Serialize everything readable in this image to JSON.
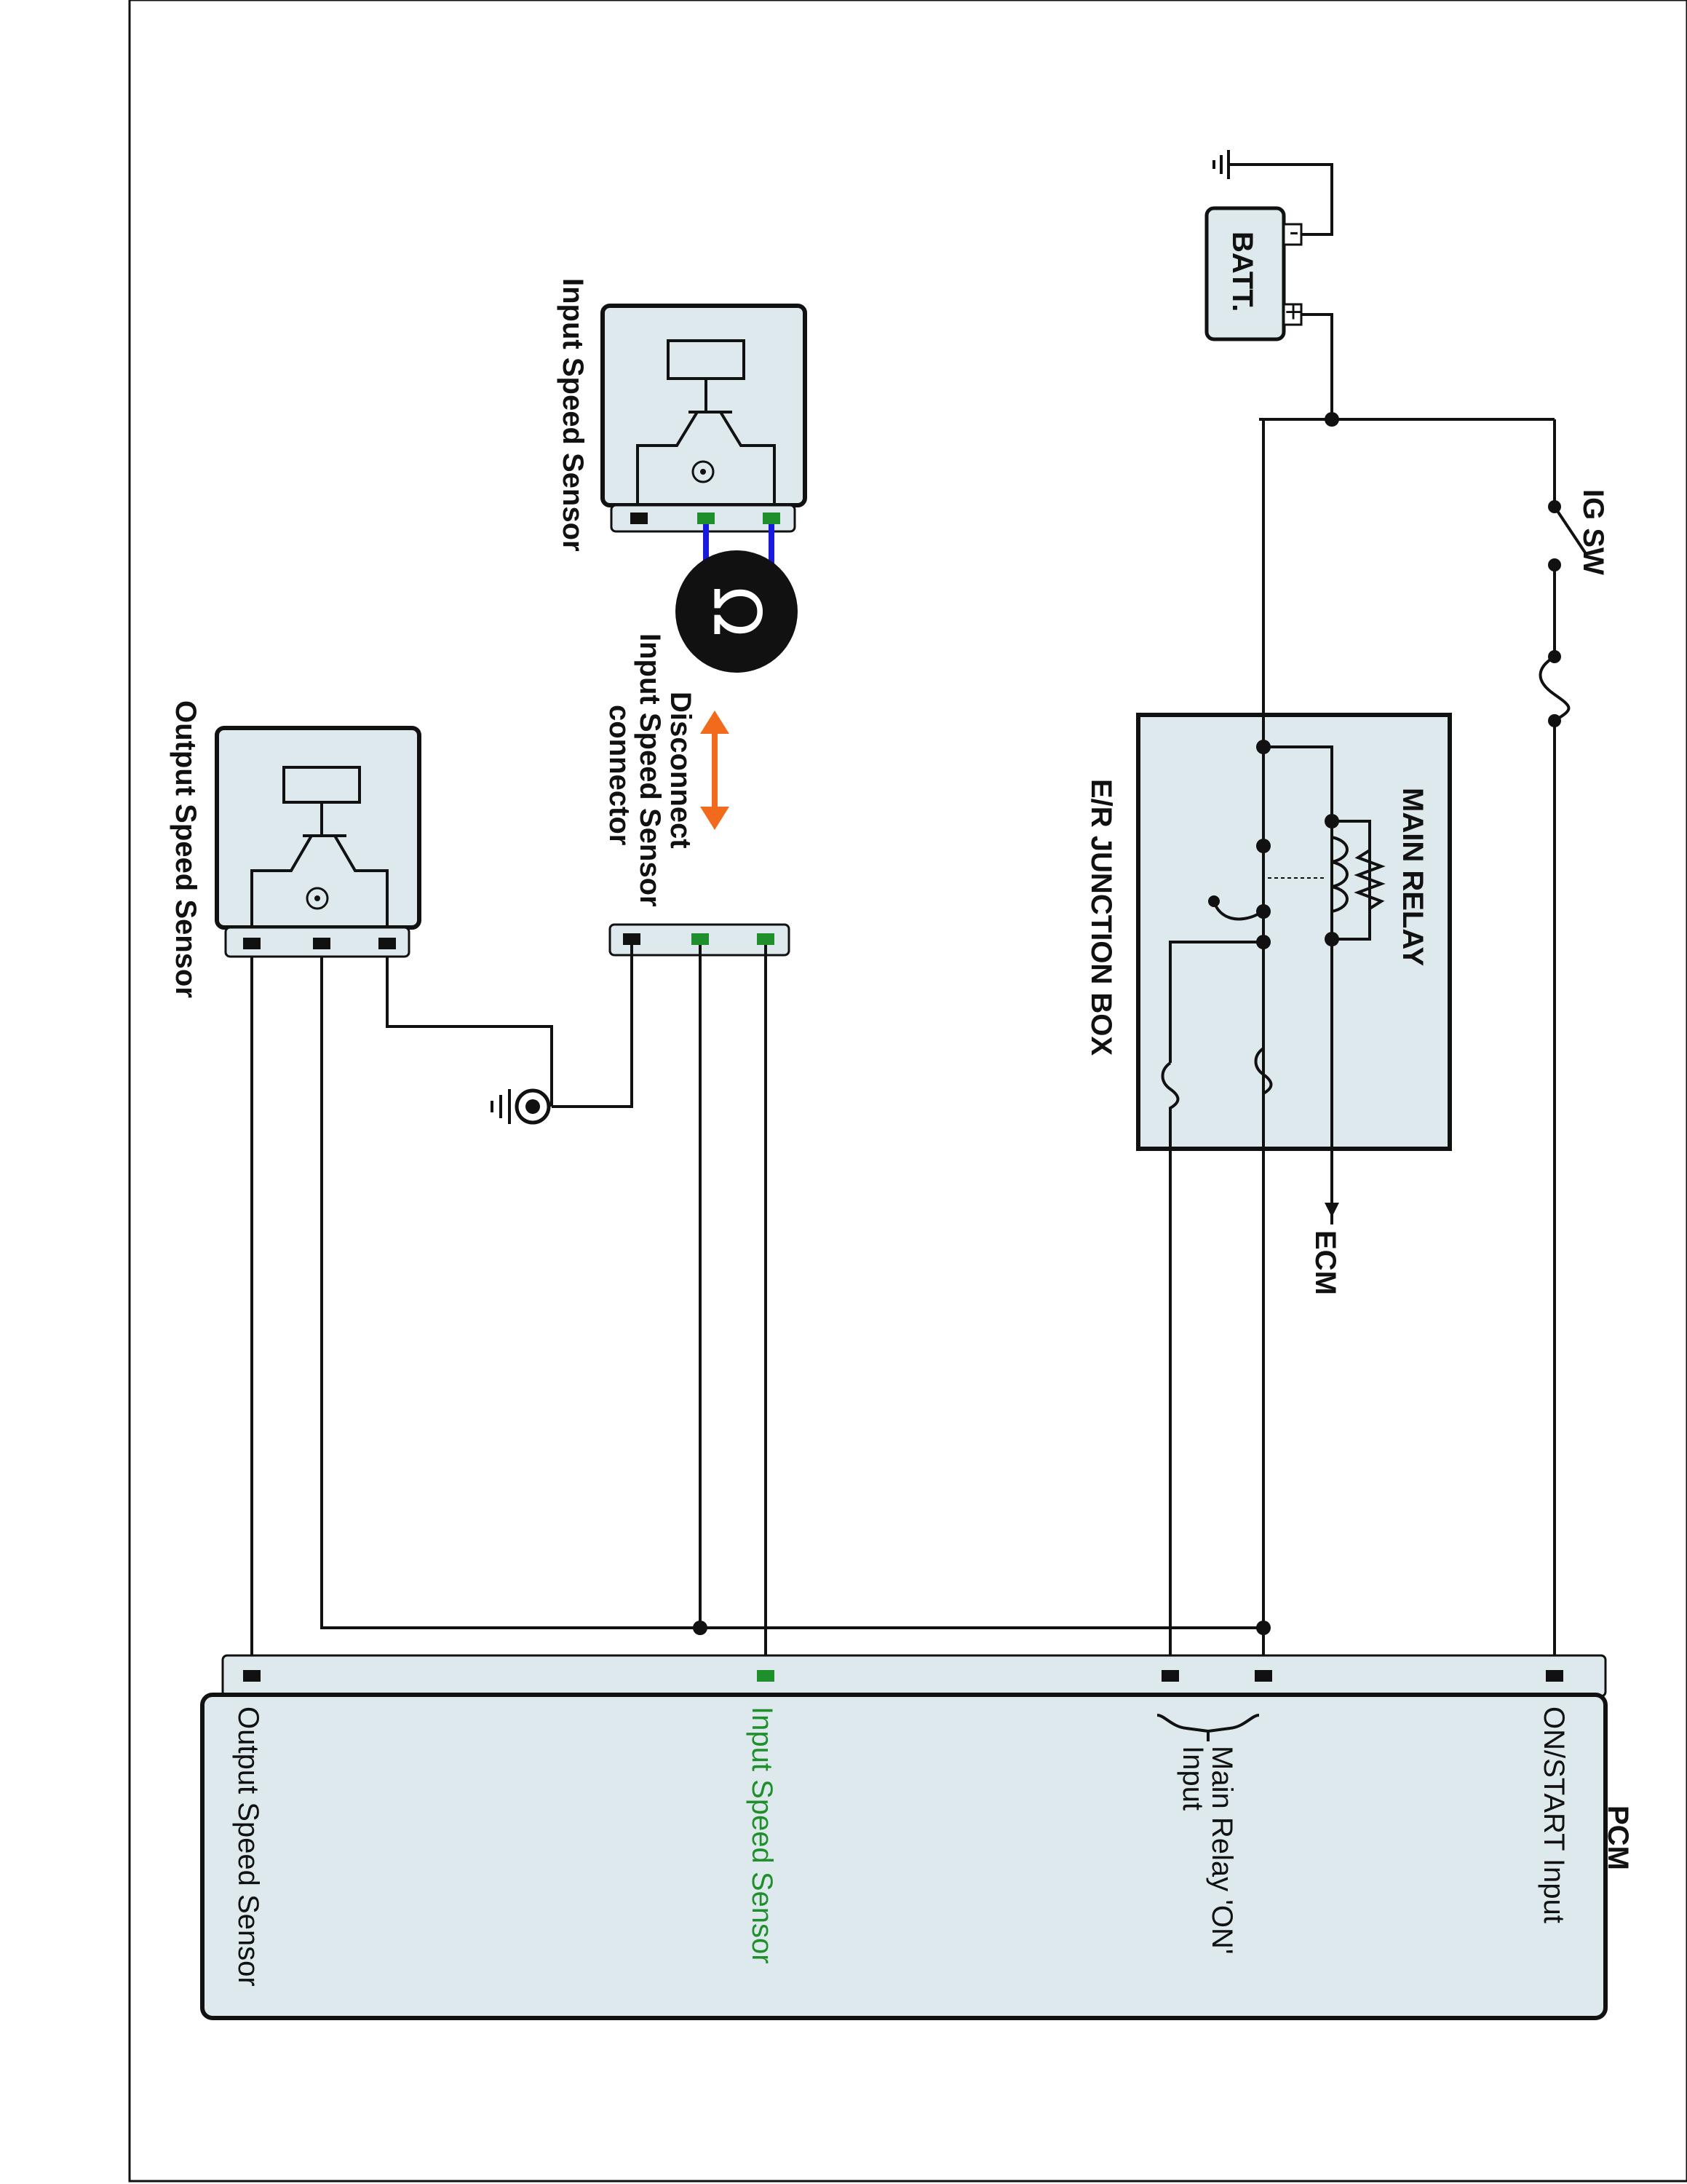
{
  "colors": {
    "box_fill": "#dde9ed",
    "wire": "#111111",
    "signal_pin": "#1e8f2a",
    "signal_label": "#1e8f2a",
    "disconnect_arrow": "#f26a1b",
    "test_lead": "#1a1adf"
  },
  "labels": {
    "batt": "BATT.",
    "ig_sw": "IG SW",
    "main_relay": "MAIN RELAY",
    "er_junction_box": "E/R JUNCTION BOX",
    "ecm": "ECM",
    "input_speed_sensor": "Input Speed Sensor",
    "disconnect_line1": "Disconnect",
    "disconnect_line2": "Input Speed Sensor",
    "disconnect_line3": "connector",
    "output_speed_sensor": "Output Speed Sensor",
    "pcm": "PCM",
    "pcm_on_start": "ON/START Input",
    "pcm_main_relay_line1": "Main Relay 'ON'",
    "pcm_main_relay_line2": "Input",
    "pcm_input_speed": "Input Speed Sensor",
    "pcm_output_speed": "Output Speed Sensor"
  },
  "icons": {
    "ohmmeter": "ohm-meter-icon",
    "ground": "ground-icon",
    "battery": "battery-icon",
    "fuse": "fuse-icon",
    "switch": "switch-icon",
    "arrow": "disconnect-arrow-icon"
  },
  "meter_symbol": "Ω",
  "batt_plus": "+",
  "batt_minus": "-"
}
